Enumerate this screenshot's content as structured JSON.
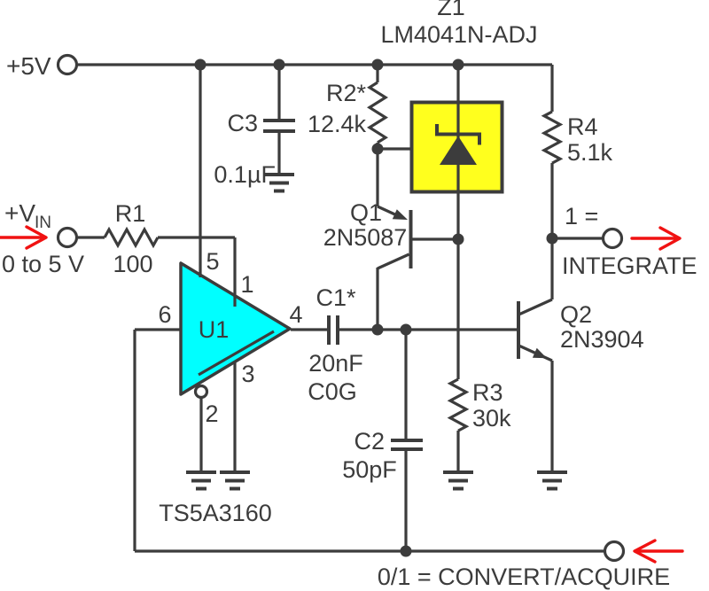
{
  "diagram_type": "circuit-schematic",
  "colors": {
    "wire": "#3c3c3c",
    "switch_fill": "#00ffff",
    "zener_fill": "#ffff1e",
    "arrow": "#f01212",
    "background": "#ffffff"
  },
  "power": {
    "rail_label": "+5V"
  },
  "input": {
    "label_main": "+V",
    "label_sub": "IN",
    "range": "0 to 5 V"
  },
  "components": {
    "r1": {
      "ref": "R1",
      "value": "100"
    },
    "r2": {
      "ref": "R2*",
      "value": "12.4k"
    },
    "r3": {
      "ref": "R3",
      "value": "30k"
    },
    "r4": {
      "ref": "R4",
      "value": "5.1k"
    },
    "c1": {
      "ref": "C1*",
      "value": "20nF",
      "dielectric": "C0G"
    },
    "c2": {
      "ref": "C2",
      "value": "50pF"
    },
    "c3": {
      "ref": "C3",
      "value": "0.1µF"
    },
    "q1": {
      "ref": "Q1",
      "part": "2N5087"
    },
    "q2": {
      "ref": "Q2",
      "part": "2N3904"
    },
    "z1": {
      "ref": "Z1",
      "part": "LM4041N-ADJ"
    },
    "u1": {
      "ref": "U1",
      "part": "TS5A3160",
      "pins": {
        "p1": "1",
        "p2": "2",
        "p3": "3",
        "p4": "4",
        "p5": "5",
        "p6": "6"
      }
    }
  },
  "signals": {
    "integrate_condition": "1 =",
    "integrate_label": "INTEGRATE",
    "convert_label": "0/1 = CONVERT/ACQUIRE"
  }
}
